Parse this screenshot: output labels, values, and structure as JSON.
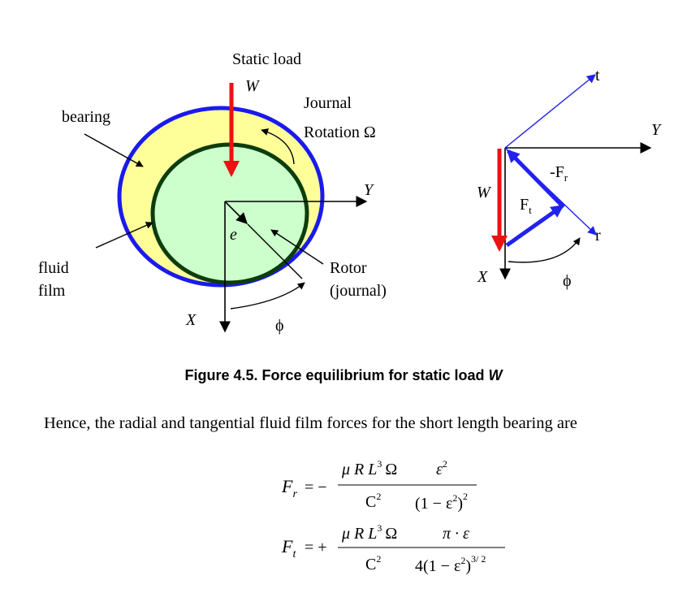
{
  "figure": {
    "static_load": "Static load",
    "w_left": "W",
    "journal_line1": "Journal",
    "journal_line2": "Rotation Ω",
    "bearing": "bearing",
    "fluid_line1": "fluid",
    "fluid_line2": "film",
    "e": "e",
    "y_left": "Y",
    "x_left": "X",
    "phi_left": "ϕ",
    "rotor_line1": "Rotor",
    "rotor_line2": "(journal)",
    "t": "t",
    "y_right": "Y",
    "w_right": "W",
    "neg_fr": "-F",
    "neg_fr_sub": "r",
    "ft": "F",
    "ft_sub": "t",
    "r": "r",
    "x_right": "X",
    "phi_right": "ϕ"
  },
  "caption": {
    "text": "Figure 4.5. Force equilibrium for static load ",
    "italic": "W"
  },
  "paragraph": "Hence, the radial and tangential fluid film forces for the short length bearing are",
  "equations": {
    "fr_lhs": "F",
    "fr_sub": "r",
    "fr_sign": "= −",
    "fr_num": "μ R L",
    "fr_num_exp": "3",
    "fr_num_omega": "Ω",
    "fr_den": "C",
    "fr_den_exp": "2",
    "fr_num2": "ε",
    "fr_num2_exp": "2",
    "fr_den2": "(1 − ε",
    "fr_den2_inner_exp": "2",
    "fr_den2_close": ")",
    "fr_den2_exp": "2",
    "ft_lhs": "F",
    "ft_sub": "t",
    "ft_sign": "= +",
    "ft_num": "μ R L",
    "ft_num_exp": "3",
    "ft_num_omega": "Ω",
    "ft_den": "C",
    "ft_den_exp": "2",
    "ft_num2": "π · ε",
    "ft_den2": "4(1 − ε",
    "ft_den2_inner_exp": "2",
    "ft_den2_close": ")",
    "ft_den2_exp": "3/ 2"
  },
  "colors": {
    "bearing_ring": "#1a1aee",
    "fluid_film": "#ffff99",
    "journal_fill": "#ccffcc",
    "journal_ring": "#0d3d0d",
    "load_arrow": "#ee1111",
    "force_vectors": "#2222ee"
  }
}
